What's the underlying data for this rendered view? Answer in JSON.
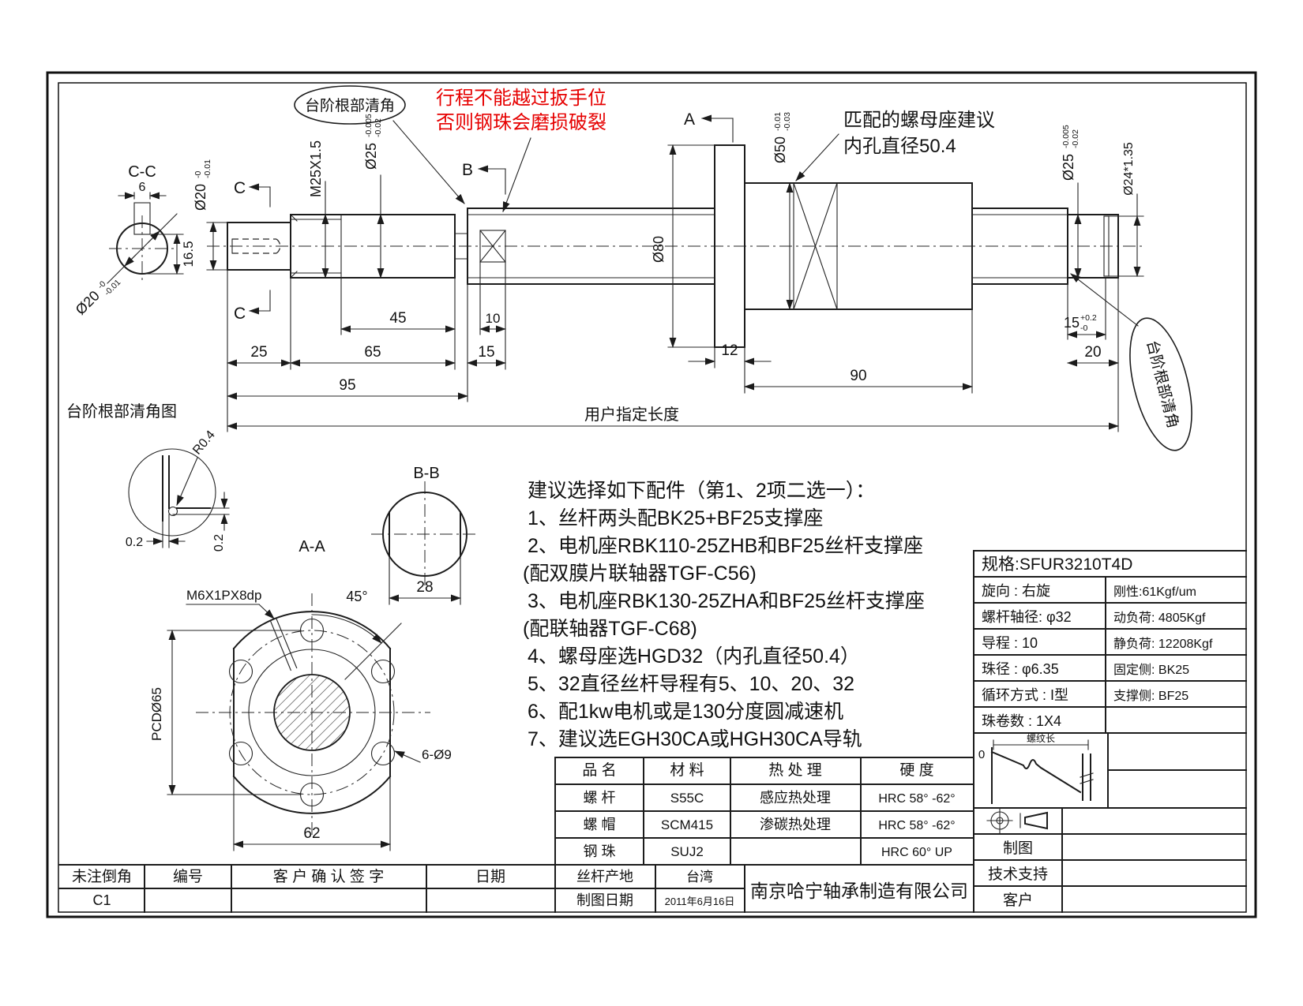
{
  "page": {
    "ink": "#1b1b1b",
    "red": "#e60000",
    "background": "#ffffff"
  },
  "callouts": {
    "step_top": "台阶根部清角",
    "warning1": "行程不能越过扳手位",
    "warning2": "否则钢珠会磨损破裂",
    "nut1": "匹配的螺母座建议",
    "nut2": "内孔直径50.4",
    "step_right": "台阶根部清角",
    "detail_title": "台阶根部清角图",
    "user_len": "用户指定长度"
  },
  "sections": {
    "cc": "C-C",
    "bb": "B-B",
    "aa": "A-A",
    "a": "A",
    "b": "B",
    "c": "C"
  },
  "dims": {
    "d6": "6",
    "d16_5": "16.5",
    "d25": "25",
    "d45": "45",
    "d10": "10",
    "d65": "65",
    "d15": "15",
    "d95": "95",
    "d12": "12",
    "d90": "90",
    "d20": "20",
    "d28": "28",
    "d62": "62",
    "dia20": {
      "main": "Ø20",
      "u": "-0",
      "l": "-0.01"
    },
    "dia25": {
      "main": "Ø25",
      "u": "-0.005",
      "l": "-0.02"
    },
    "dia50": {
      "main": "Ø50",
      "u": "-0.01",
      "l": "-0.03"
    },
    "d15t": {
      "main": "15",
      "u": "+0.2",
      "l": "-0"
    },
    "dia80": "Ø80",
    "dia24": "Ø24*1.35",
    "m25": "M25X1.5",
    "pcd": "PCDØ65",
    "holes": "6-Ø9",
    "m6": "M6X1PX8dp",
    "a45": "45°",
    "r04": "R0.4",
    "z02": "0.2"
  },
  "notes": {
    "lines": [
      "建议选择如下配件（第1、2项二选一）：",
      "1、丝杆两头配BK25+BF25支撑座",
      "2、电机座RBK110-25ZHB和BF25丝杆支撑座",
      "(配双膜片联轴器TGF-C56)",
      "3、电机座RBK130-25ZHA和BF25丝杆支撑座",
      "(配联轴器TGF-C68)",
      "4、螺母座选HGD32（内孔直径50.4）",
      "5、32直径丝杆导程有5、10、20、32",
      "6、配1kw电机或是130分度圆减速机",
      "7、建议选EGH30CA或HGH30CA导轨"
    ]
  },
  "spec": {
    "title": "规格:SFUR3210T4D",
    "rows": [
      {
        "l": "旋向 :  右旋",
        "r": "刚性:61Kgf/um"
      },
      {
        "l": "螺杆轴径: φ32",
        "r": "动负荷: 4805Kgf"
      },
      {
        "l": "导程 :  10",
        "r": "静负荷: 12208Kgf"
      },
      {
        "l": "珠径 : φ6.35",
        "r": "固定侧: BK25"
      },
      {
        "l": "循环方式 : I型",
        "r": "支撑侧: BF25"
      },
      {
        "l": "珠卷数 : 1X4",
        "r": ""
      }
    ],
    "thread": "螺纹长",
    "zero": "0"
  },
  "material": {
    "h": [
      "品 名",
      "材 料",
      "热 处 理",
      "硬 度"
    ],
    "rows": [
      [
        "螺 杆",
        "S55C",
        "感应热处理",
        "HRC 58° -62°"
      ],
      [
        "螺 帽",
        "SCM415",
        "渗碳热处理",
        "HRC 58° -62°"
      ],
      [
        "钢 珠",
        "SUJ2",
        "",
        "HRC 60° UP"
      ]
    ]
  },
  "tb": {
    "chamfer": "未注倒角",
    "c1": "C1",
    "sn": "编号",
    "sign": "客 户 确 认 签 字",
    "date": "日期",
    "origin": "丝杆产地",
    "tw": "台湾",
    "dd": "制图日期",
    "ddv": "2011年6月16日",
    "co": "南京哈宁轴承制造有限公司",
    "draft": "制图",
    "support": "技术支持",
    "cust": "客户"
  }
}
